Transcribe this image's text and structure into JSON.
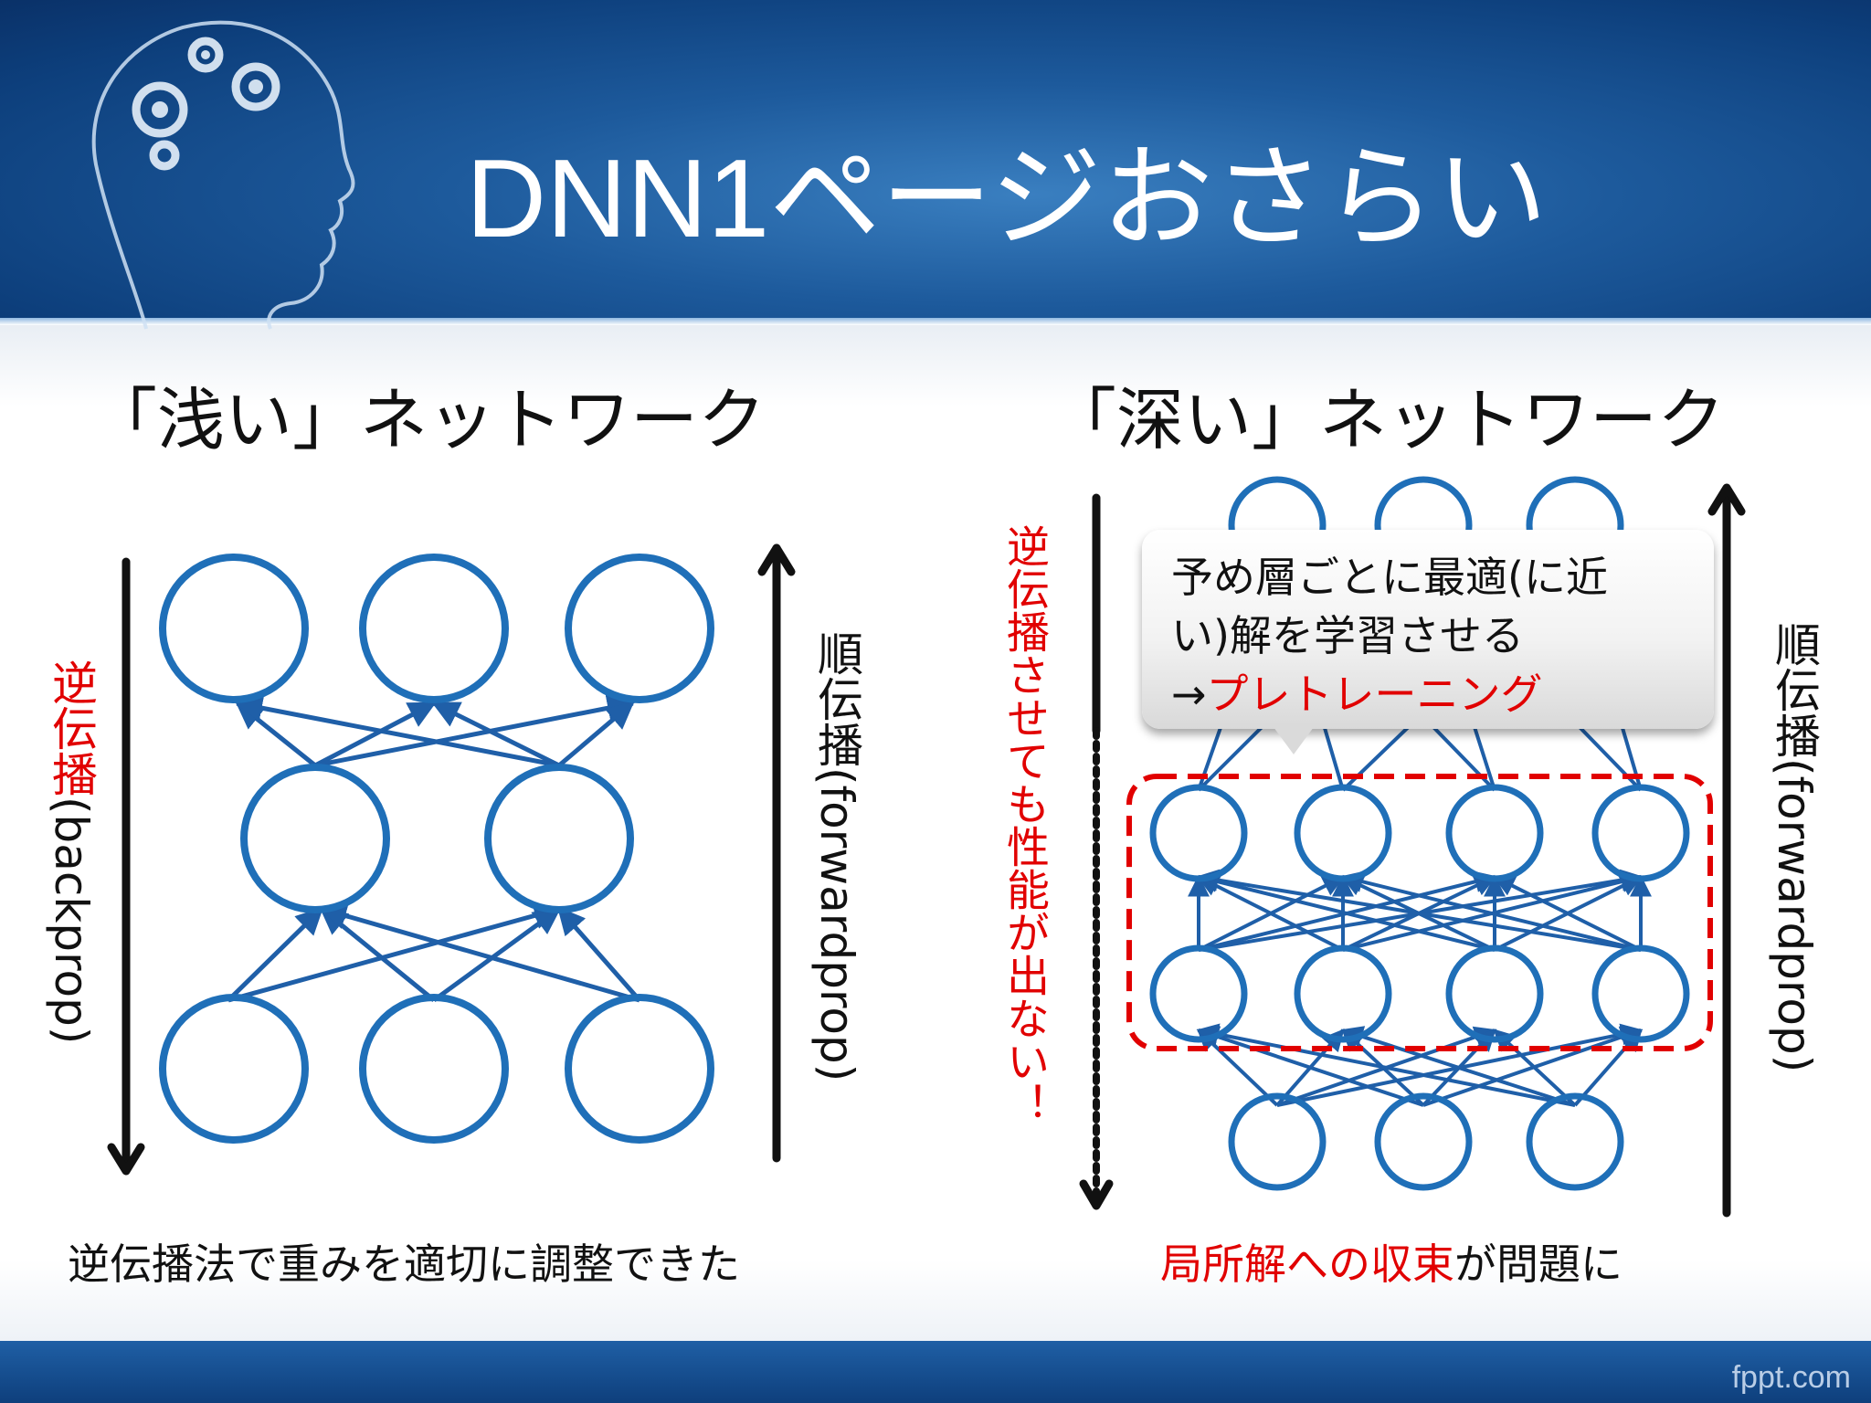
{
  "slide": {
    "title": "DNN1ページおさらい",
    "footer_brand": "fppt.com",
    "colors": {
      "header": "#0d3f7c",
      "node": "#1f6fb8",
      "accent": "#e10000"
    }
  },
  "left": {
    "heading": "「浅い」ネットワーク",
    "backprop_label_red": "逆伝播",
    "backprop_label_black": "(backprop)",
    "forward_label": "順伝播(forwardprop)",
    "caption": "逆伝播法で重みを適切に調整できた",
    "network_layers": [
      3,
      2,
      3
    ]
  },
  "right": {
    "heading": "「深い」ネットワーク",
    "backprop_note": "逆伝播させても性能が出ない！",
    "forward_label": "順伝播(forwardprop)",
    "callout_line1": "予め層ごとに最適(に近",
    "callout_line2": "い)解を学習させる",
    "callout_line3_prefix": "→",
    "callout_line3_red": "プレトレーニング",
    "caption_red": "局所解への収束",
    "caption_black": "が問題に",
    "network_layers": [
      3,
      4,
      4,
      3
    ]
  },
  "decor": {
    "head_icon": "head-with-gears-icon"
  }
}
